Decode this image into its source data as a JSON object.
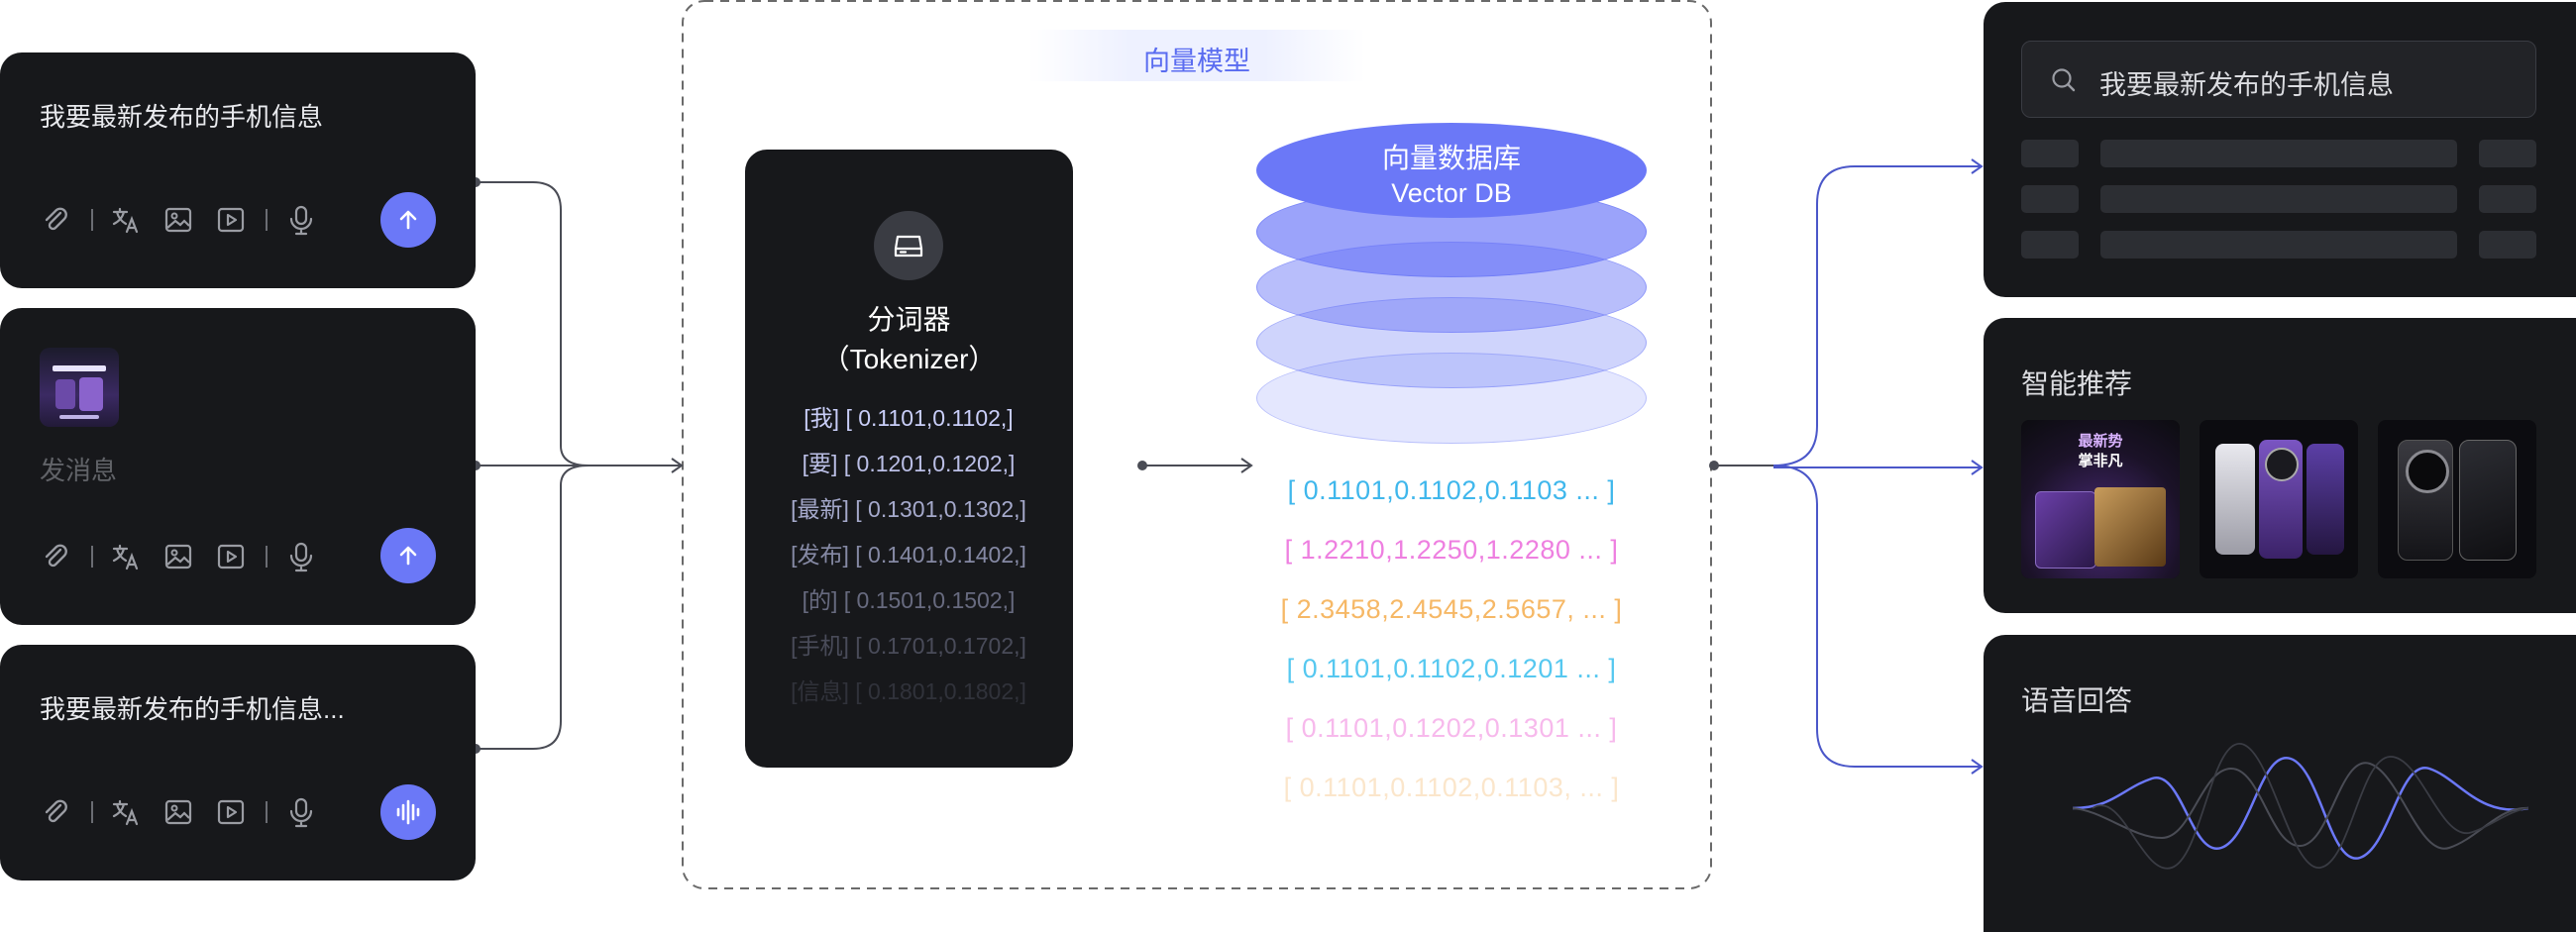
{
  "inputs": [
    {
      "text": "我要最新发布的手机信息",
      "send_icon": "arrow-up-icon"
    },
    {
      "text": "发消息",
      "send_icon": "arrow-up-icon"
    },
    {
      "text": "我要最新发布的手机信息...",
      "send_icon": "waveform-icon"
    }
  ],
  "toolbar_icons": [
    "paperclip-icon",
    "translate-icon",
    "image-icon",
    "video-icon",
    "microphone-icon"
  ],
  "model": {
    "title": "向量模型",
    "tokenizer": {
      "name": "分词器",
      "name_en": "（Tokenizer）",
      "icon": "drive-icon",
      "tokens": [
        "[我] [ 0.1101,0.1102,]",
        "[要] [ 0.1201,0.1202,]",
        "[最新] [ 0.1301,0.1302,]",
        "[发布] [ 0.1401,0.1402,]",
        "[的] [ 0.1501,0.1502,]",
        "[手机] [ 0.1701,0.1702,]",
        "[信息] [ 0.1801,0.1802,]"
      ]
    },
    "db": {
      "title": "向量数据库",
      "subtitle": "Vector DB"
    },
    "vectors": [
      {
        "text": "[ 0.1101,0.1102,0.1103 ... ]",
        "color": "#3fb7ec"
      },
      {
        "text": "[ 1.2210,1.2250,1.2280 ... ]",
        "color": "#ee7fe0"
      },
      {
        "text": "[ 2.3458,2.4545,2.5657, ... ]",
        "color": "#f6b866"
      },
      {
        "text": "[ 0.1101,0.1102,0.1201 ... ]",
        "color": "#56c8f0"
      },
      {
        "text": "[ 0.1101,0.1202,0.1301 ... ]",
        "color": "#f7b9ec"
      },
      {
        "text": "[ 0.1101,0.1102,0.1103, ... ]",
        "color": "#fbe6cb"
      }
    ]
  },
  "outputs": {
    "search": {
      "query": "我要最新发布的手机信息",
      "icon": "search-icon"
    },
    "recommend": {
      "title": "智能推荐",
      "items": [
        {
          "line1": "最新势",
          "line2": "掌非凡"
        },
        {
          "line1": "",
          "line2": ""
        },
        {
          "line1": "",
          "line2": ""
        }
      ]
    },
    "voice": {
      "title": "语音回答"
    }
  },
  "colors": {
    "accent": "#6b78f7",
    "card": "#17181b",
    "line": "#4b57c9"
  }
}
